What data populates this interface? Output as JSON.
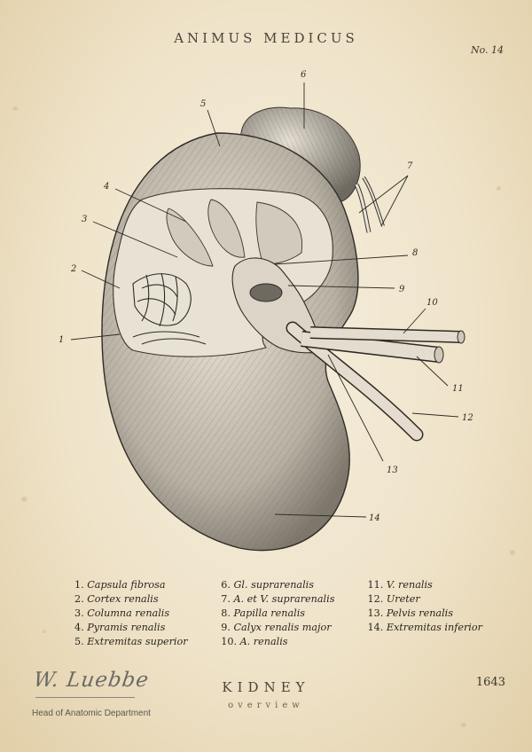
{
  "header": {
    "title": "ANIMUS MEDICUS",
    "plate_number": "No. 14"
  },
  "callouts": [
    "1",
    "2",
    "3",
    "4",
    "5",
    "6",
    "7",
    "8",
    "9",
    "10",
    "11",
    "12",
    "13",
    "14"
  ],
  "legend": {
    "col1": [
      {
        "num": "1.",
        "term": "Capsula fibrosa"
      },
      {
        "num": "2.",
        "term": "Cortex renalis"
      },
      {
        "num": "3.",
        "term": "Columna renalis"
      },
      {
        "num": "4.",
        "term": "Pyramis renalis"
      },
      {
        "num": "5.",
        "term": "Extremitas superior"
      }
    ],
    "col2": [
      {
        "num": "6.",
        "term": "Gl. suprarenalis"
      },
      {
        "num": "7.",
        "term": "A. et V. suprarenalis"
      },
      {
        "num": "8.",
        "term": "Papilla renalis"
      },
      {
        "num": "9.",
        "term": "Calyx renalis major"
      },
      {
        "num": "10.",
        "term": "A. renalis"
      }
    ],
    "col3": [
      {
        "num": "11.",
        "term": "V. renalis"
      },
      {
        "num": "12.",
        "term": "Ureter"
      },
      {
        "num": "13.",
        "term": "Pelvis renalis"
      },
      {
        "num": "14.",
        "term": "Extremitas inferior"
      }
    ]
  },
  "footer": {
    "signature": "W. Luebbe",
    "signature_caption": "Head of Anatomic Department",
    "title": "KIDNEY",
    "subtitle": "overview",
    "year": "1643"
  },
  "colors": {
    "paper": "#f1e6cf",
    "ink": "#2f2a24",
    "stain": "#c9a877"
  }
}
